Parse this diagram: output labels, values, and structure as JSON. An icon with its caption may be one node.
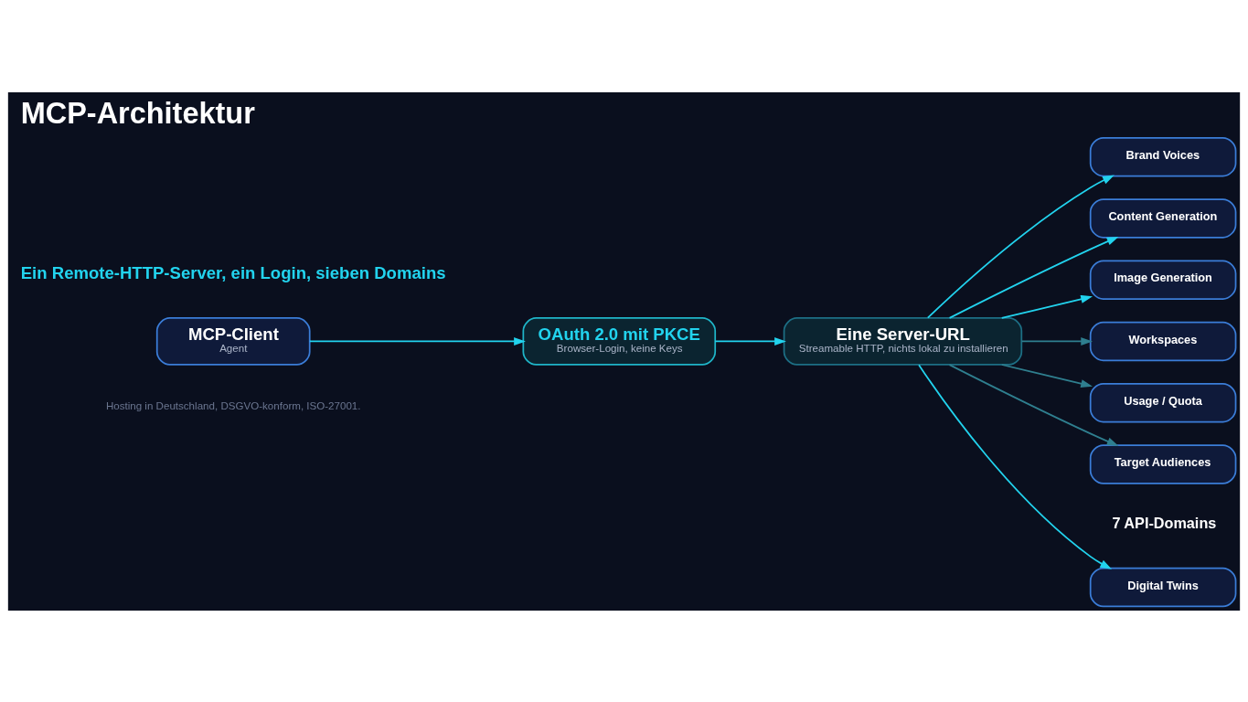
{
  "diagram": {
    "title": "MCP-Architektur",
    "nodes": [
      {
        "text": [
          "MCP-Client",
          "Agent"
        ]
      },
      {
        "text": [
          "OAuth 2.0 mit PKCE",
          "Browser-Login, keine Keys"
        ]
      },
      {
        "text": [
          "Eine Server-URL",
          "Streamable HTTP, nichts lokal zu installieren"
        ]
      },
      {
        "text": [
          "Digital Twins"
        ]
      },
      {
        "text": [
          "Brand Voices"
        ]
      },
      {
        "text": [
          "Content Generation"
        ]
      },
      {
        "text": [
          "Image Generation"
        ]
      },
      {
        "text": [
          "Workspaces"
        ]
      },
      {
        "text": [
          "Usage / Quota"
        ]
      },
      {
        "text": [
          "Target Audiences"
        ]
      }
    ],
    "edges": [
      {
        "from": 0,
        "to": 1,
        "arrow": "to"
      },
      {
        "from": 1,
        "to": 2,
        "arrow": "to"
      },
      {
        "from": 2,
        "to": 3,
        "arrow": "to"
      },
      {
        "from": 2,
        "to": 4,
        "arrow": "to"
      },
      {
        "from": 2,
        "to": 5,
        "arrow": "to"
      },
      {
        "from": 2,
        "to": 6,
        "arrow": "to"
      },
      {
        "from": 2,
        "to": 7,
        "arrow": "to",
        "color": "#2f7f8f"
      },
      {
        "from": 2,
        "to": 8,
        "arrow": "to",
        "color": "#2f7f8f"
      },
      {
        "from": 2,
        "to": 9,
        "arrow": "to",
        "color": "#2f7f8f"
      }
    ],
    "labels": [
      "Ein Remote-HTTP-Server, ein Login, sieben Domains",
      "7 API-Domains",
      "Hosting in Deutschland, DSGVO-konform, ISO-27001."
    ]
  }
}
